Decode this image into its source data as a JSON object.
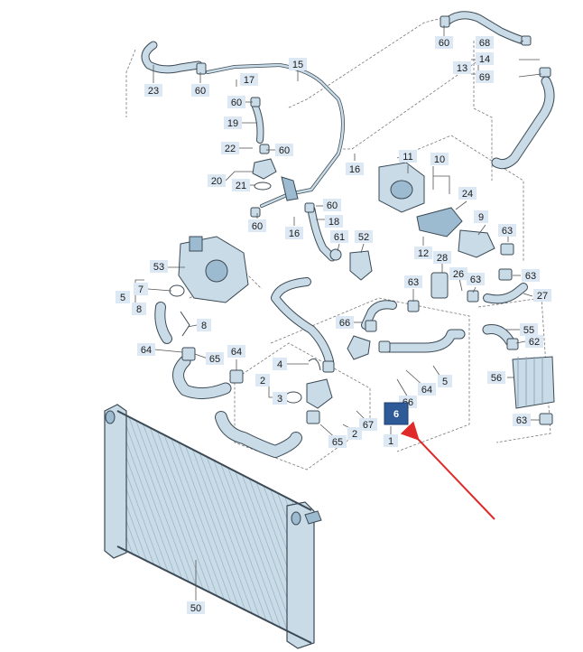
{
  "colors": {
    "part_fill": "#c9dbe7",
    "part_fill_dark": "#9dbbd0",
    "part_stroke": "#3b4a55",
    "label_bg": "#dce8f3",
    "label_text": "#1b1b1b",
    "leader": "#555555",
    "dash": "#777777",
    "highlight_bg": "#2e5b97",
    "highlight_text": "#ffffff",
    "arrow": "#e02a2a",
    "background": "#ffffff"
  },
  "callouts": {
    "c60_a": "60",
    "c68": "68",
    "c14": "14",
    "c13": "13",
    "c69": "69",
    "c15": "15",
    "c23": "23",
    "c60_b": "60",
    "c17": "17",
    "c60_c": "60",
    "c19": "19",
    "c22": "22",
    "c60_d": "60",
    "c16_a": "16",
    "c20": "20",
    "c21": "21",
    "c11": "11",
    "c10": "10",
    "c24": "24",
    "c9": "9",
    "c63_a": "63",
    "c60_e": "60",
    "c18": "18",
    "c60_f": "60",
    "c16_b": "16",
    "c61": "61",
    "c52": "52",
    "c12": "12",
    "c28": "28",
    "c26": "26",
    "c63_b": "63",
    "c63_c": "63",
    "c63_d": "63",
    "c27": "27",
    "c53": "53",
    "c7": "7",
    "c5_a": "5",
    "c8_a": "8",
    "c8_b": "8",
    "c66_a": "66",
    "c64_a": "64",
    "c65_a": "65",
    "c64_b": "64",
    "c4": "4",
    "c2_a": "2",
    "c3": "3",
    "c55": "55",
    "c62": "62",
    "c56": "56",
    "c63_e": "63",
    "c66_b": "66",
    "c64_c": "64",
    "c5_b": "5",
    "c67": "67",
    "c2_b": "2",
    "c1": "1",
    "c65_b": "65",
    "c50": "50"
  },
  "highlight": {
    "label": "6"
  }
}
